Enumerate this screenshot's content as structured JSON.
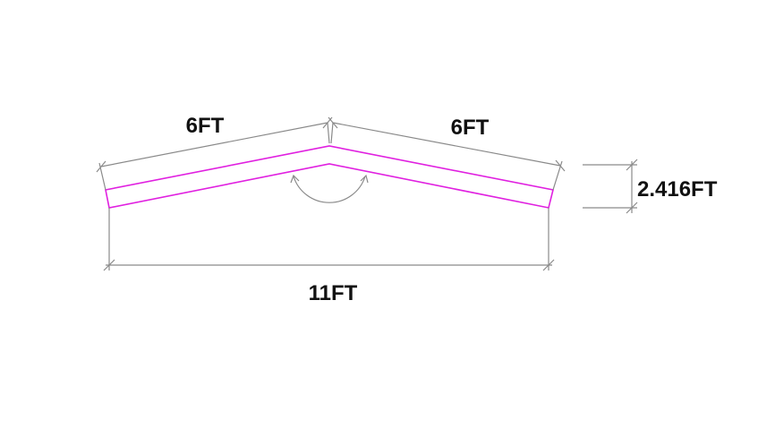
{
  "dimensions": {
    "left_slope": "6FT",
    "right_slope": "6FT",
    "span": "11FT",
    "rise": "2.416FT"
  },
  "colors": {
    "part_outline": "#e020e0",
    "dimension_lines": "#8a8a8a",
    "text": "#111111"
  }
}
